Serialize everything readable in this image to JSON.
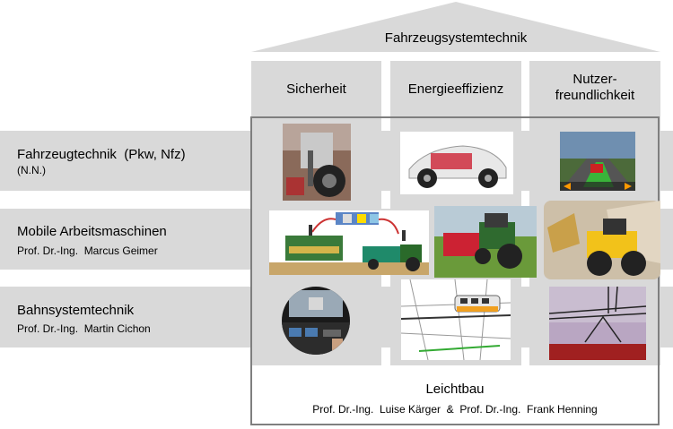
{
  "roof": {
    "title": "Fahrzeugsystemtechnik"
  },
  "columns": [
    {
      "label": "Sicherheit"
    },
    {
      "label": "Energieeffizienz"
    },
    {
      "label": "Nutzer-\nfreundlichkeit"
    }
  ],
  "rows": [
    {
      "title": "Fahrzeugtechnik  (Pkw, Nfz)",
      "subtitle": "(N.N.)"
    },
    {
      "title": "Mobile Arbeitsmaschinen",
      "subtitle": "Prof. Dr.-Ing.  Marcus Geimer"
    },
    {
      "title": "Bahnsystemtechnik",
      "subtitle": "Prof. Dr.-Ing.  Martin Cichon"
    }
  ],
  "foundation": {
    "title": "Leichtbau",
    "subtitle": "Prof. Dr.-Ing.  Luise Kärger  &  Prof. Dr.-Ing.  Frank Henning"
  },
  "colors": {
    "panel": "#d9d9d9",
    "frame": "#7f7f7f"
  }
}
